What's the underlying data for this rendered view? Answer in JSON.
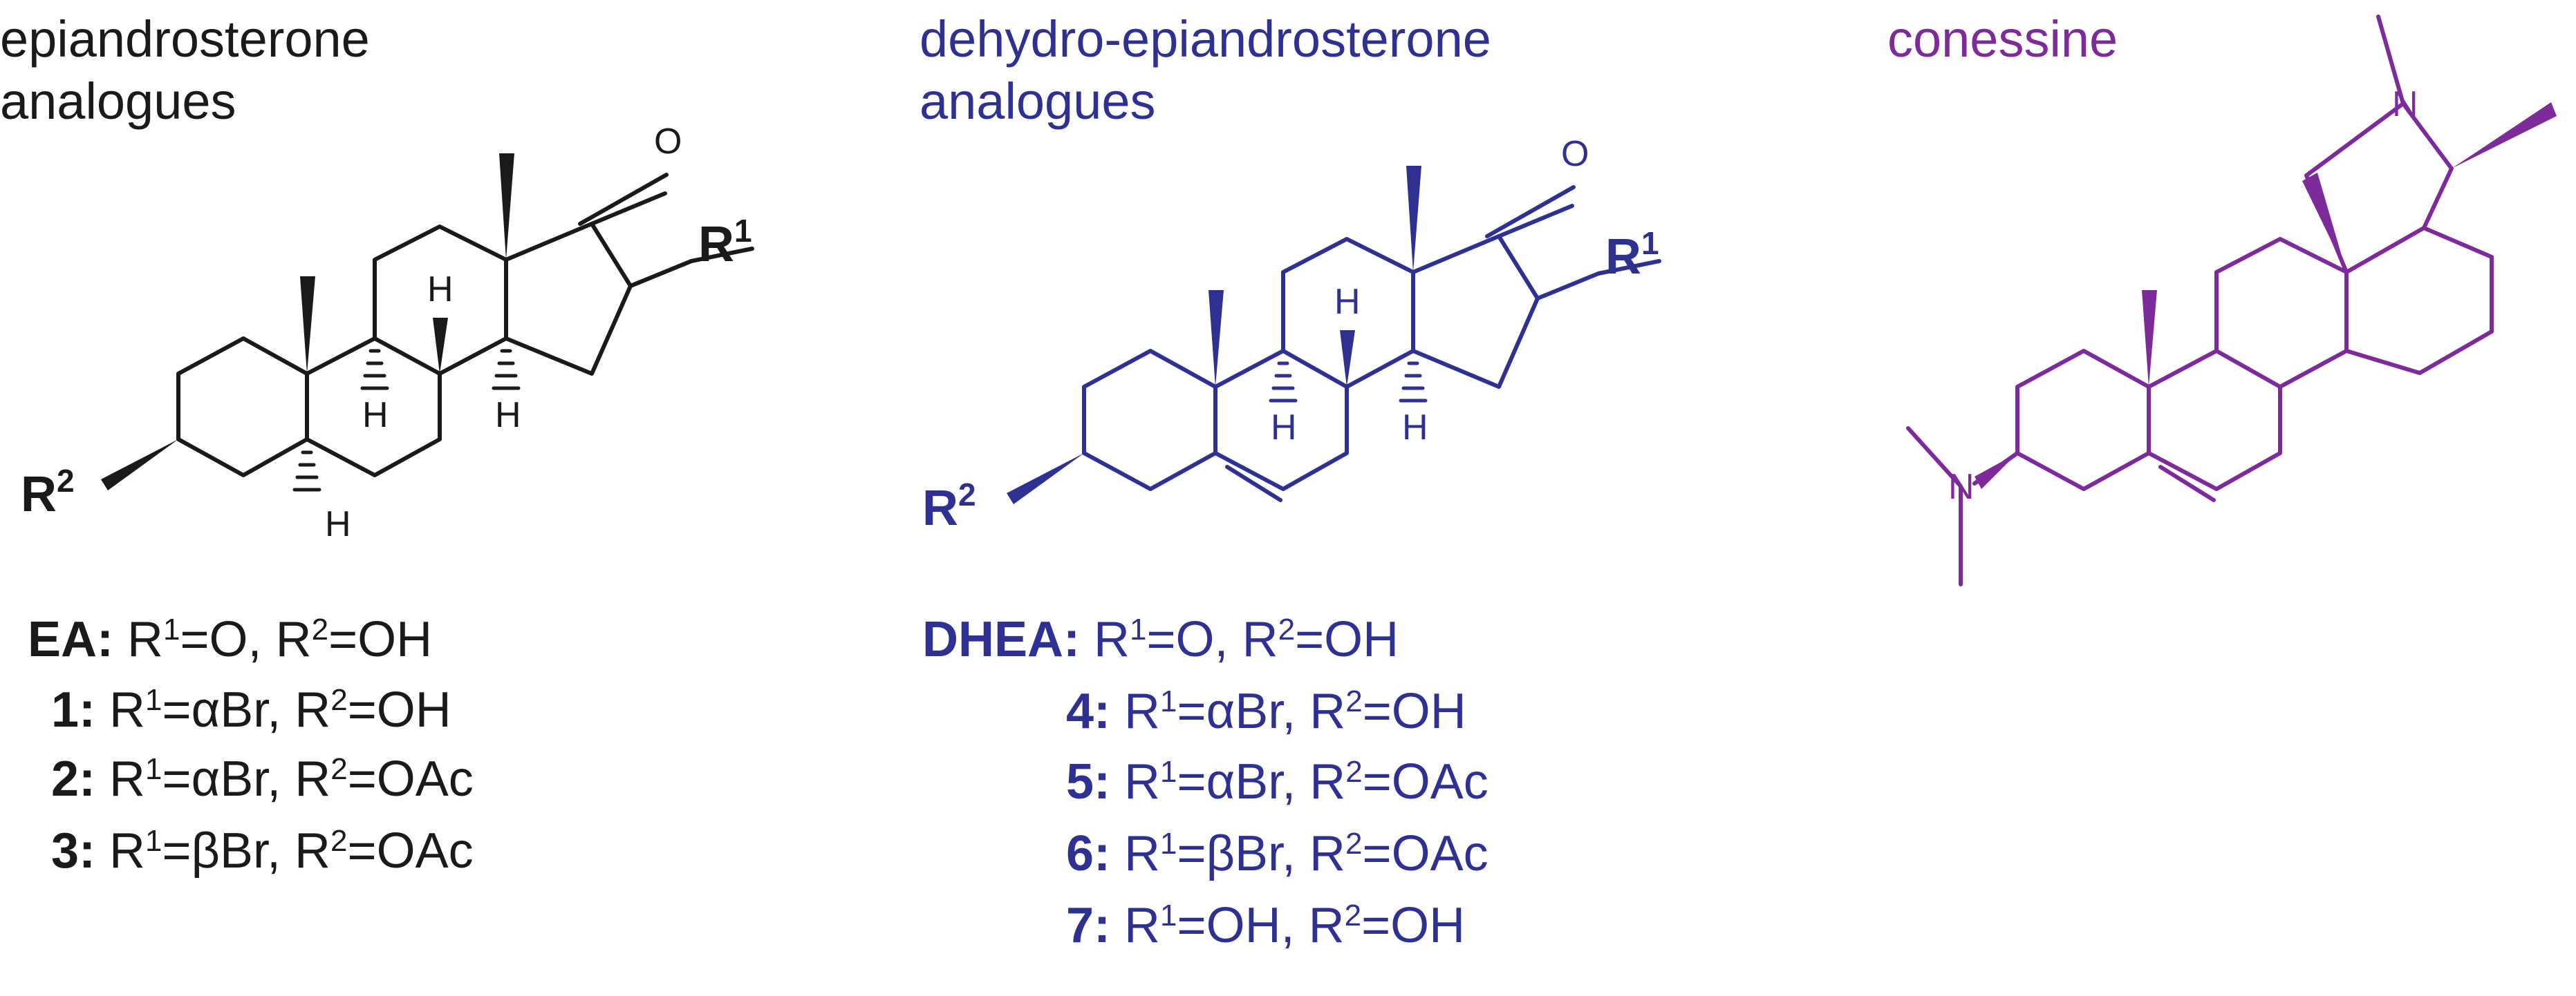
{
  "colors": {
    "ea": "#1a1a1a",
    "dhea": "#2e3192",
    "conessine": "#7d2a9b"
  },
  "panels": [
    {
      "id": "ea",
      "heading": [
        "epiandrosterone",
        "analogues"
      ],
      "atoms": {
        "ketone_o": "O",
        "h": "H"
      },
      "r_labels": {
        "r1": "R",
        "r1_sup": "1",
        "r2": "R",
        "r2_sup": "2"
      },
      "compounds": [
        {
          "id": "EA:",
          "r1_val": "=O,",
          "r2_val": "=OH"
        },
        {
          "id": "1:",
          "r1_val": "=αBr,",
          "r2_val": "=OH"
        },
        {
          "id": "2:",
          "r1_val": "=αBr,",
          "r2_val": "=OAc"
        },
        {
          "id": "3:",
          "r1_val": "=βBr,",
          "r2_val": "=OAc"
        }
      ]
    },
    {
      "id": "dhea",
      "heading": [
        "dehydro-epiandrosterone",
        "analogues"
      ],
      "atoms": {
        "ketone_o": "O",
        "h": "H"
      },
      "r_labels": {
        "r1": "R",
        "r1_sup": "1",
        "r2": "R",
        "r2_sup": "2"
      },
      "compounds": [
        {
          "id": "DHEA:",
          "r1_val": "=O,",
          "r2_val": "=OH"
        },
        {
          "id": "4:",
          "r1_val": "=αBr,",
          "r2_val": "=OH"
        },
        {
          "id": "5:",
          "r1_val": "=αBr,",
          "r2_val": "=OAc"
        },
        {
          "id": "6:",
          "r1_val": "=βBr,",
          "r2_val": "=OAc"
        },
        {
          "id": "7:",
          "r1_val": "=OH,",
          "r2_val": "=OH"
        }
      ]
    },
    {
      "id": "conessine",
      "heading": [
        "conessine"
      ],
      "atoms": {
        "n": "N"
      }
    }
  ],
  "r_letter": "R",
  "sup1": "1",
  "sup2": "2"
}
